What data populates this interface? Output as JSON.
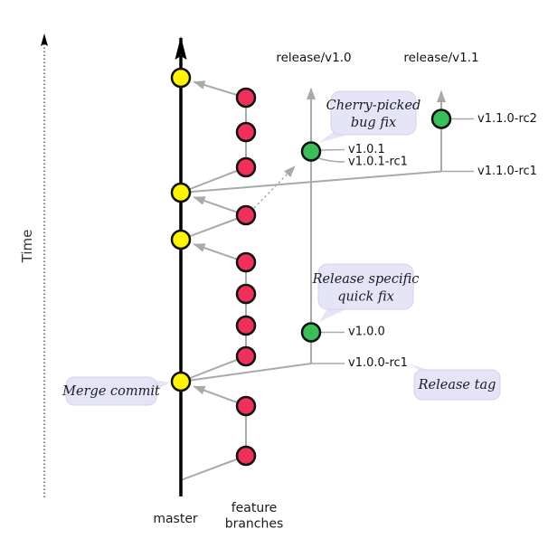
{
  "colors": {
    "merge_commit": "#fff500",
    "feature_commit": "#f03059",
    "release_commit": "#38bf58",
    "branch_line": "#a9a9a9",
    "master_line": "#000000",
    "bubble_fill": "#e6e5f7"
  },
  "axis": {
    "time_label": "Time"
  },
  "branches": {
    "master_label": "master",
    "feature_label_line1": "feature",
    "feature_label_line2": "branches",
    "release_v10_label": "release/v1.0",
    "release_v11_label": "release/v1.1"
  },
  "tags": {
    "v1_0_1": "v1.0.1",
    "v1_0_1_rc1": "v1.0.1-rc1",
    "v1_1_0_rc2": "v1.1.0-rc2",
    "v1_1_0_rc1": "v1.1.0-rc1",
    "v1_0_0": "v1.0.0",
    "v1_0_0_rc1": "v1.0.0-rc1"
  },
  "callouts": {
    "cherry_line1": "Cherry-picked",
    "cherry_line2": "bug fix",
    "release_specific_line1": "Release specific",
    "release_specific_line2": "quick fix",
    "merge_commit": "Merge commit",
    "release_tag": "Release tag"
  }
}
